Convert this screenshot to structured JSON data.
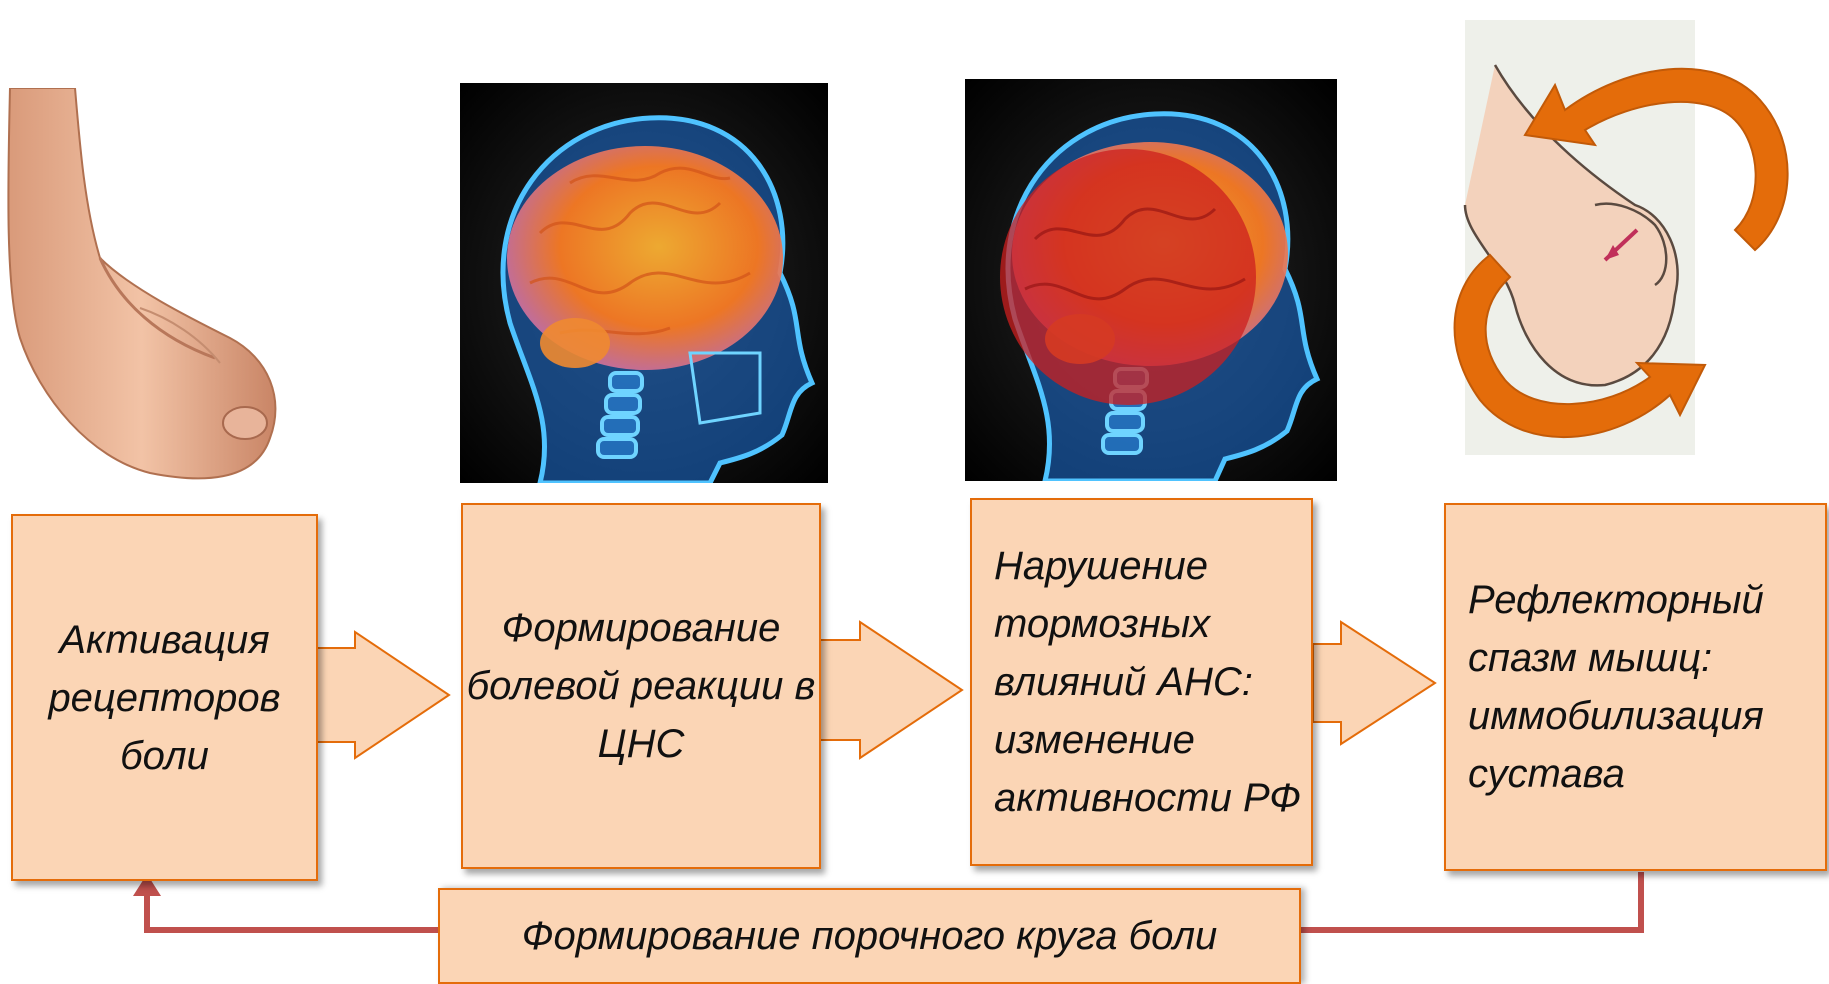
{
  "steps": [
    {
      "label": "Активация рецепторов боли"
    },
    {
      "label": "Формирование болевой реакции в ЦНС"
    },
    {
      "label": "Нарушение тормозных влияний АНС: изменение активности РФ"
    },
    {
      "label": "Рефлекторный спазм мышц: иммобилизация сустава"
    }
  ],
  "feedback": {
    "label": "Формирование порочного круга боли"
  },
  "colors": {
    "box_fill": "#fbd5b5",
    "box_border": "#e46c0a",
    "feedback_line": "#c0504d",
    "cycle_arrows": "#e46c0a"
  },
  "illustrations": [
    {
      "icon": "swollen-foot-illustration"
    },
    {
      "icon": "head-brain-xray-illustration"
    },
    {
      "icon": "head-brain-xray-red-overlay-illustration"
    },
    {
      "icon": "foot-spasm-cycle-illustration"
    }
  ]
}
